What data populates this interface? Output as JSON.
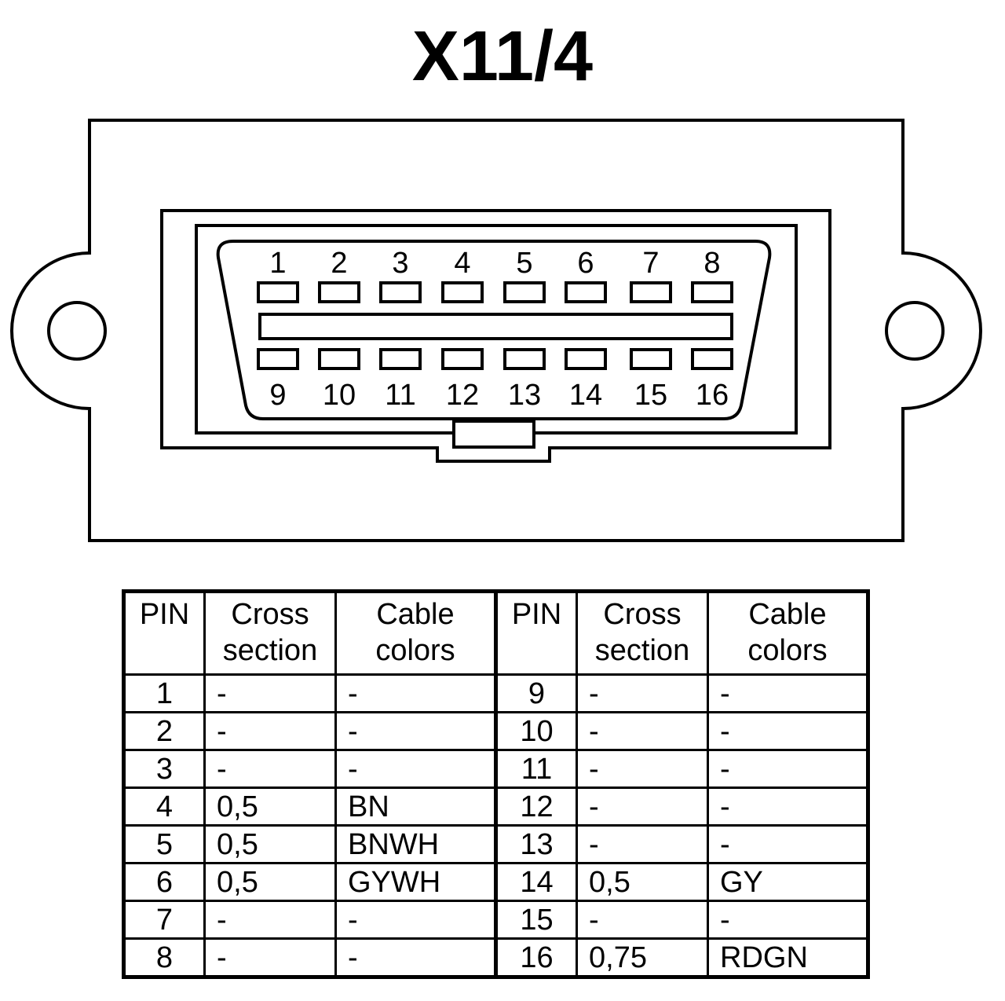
{
  "title": "X11/4",
  "connector": {
    "top_pins": [
      "1",
      "2",
      "3",
      "4",
      "5",
      "6",
      "7",
      "8"
    ],
    "bottom_pins": [
      "9",
      "10",
      "11",
      "12",
      "13",
      "14",
      "15",
      "16"
    ]
  },
  "table": {
    "headers": {
      "pin": "PIN",
      "cross_section_1": "Cross",
      "cross_section_2": "section",
      "cable_colors_1": "Cable",
      "cable_colors_2": "colors"
    },
    "rows": [
      {
        "pin_a": "1",
        "cs_a": "-",
        "col_a": "-",
        "pin_b": "9",
        "cs_b": "-",
        "col_b": "-"
      },
      {
        "pin_a": "2",
        "cs_a": "-",
        "col_a": "-",
        "pin_b": "10",
        "cs_b": "-",
        "col_b": "-"
      },
      {
        "pin_a": "3",
        "cs_a": "-",
        "col_a": "-",
        "pin_b": "11",
        "cs_b": "-",
        "col_b": "-"
      },
      {
        "pin_a": "4",
        "cs_a": "0,5",
        "col_a": "BN",
        "pin_b": "12",
        "cs_b": "-",
        "col_b": "-"
      },
      {
        "pin_a": "5",
        "cs_a": "0,5",
        "col_a": "BNWH",
        "pin_b": "13",
        "cs_b": "-",
        "col_b": "-"
      },
      {
        "pin_a": "6",
        "cs_a": "0,5",
        "col_a": "GYWH",
        "pin_b": "14",
        "cs_b": "0,5",
        "col_b": "GY"
      },
      {
        "pin_a": "7",
        "cs_a": "-",
        "col_a": "-",
        "pin_b": "15",
        "cs_b": "-",
        "col_b": "-"
      },
      {
        "pin_a": "8",
        "cs_a": "-",
        "col_a": "-",
        "pin_b": "16",
        "cs_b": "0,75",
        "col_b": "RDGN"
      }
    ]
  }
}
